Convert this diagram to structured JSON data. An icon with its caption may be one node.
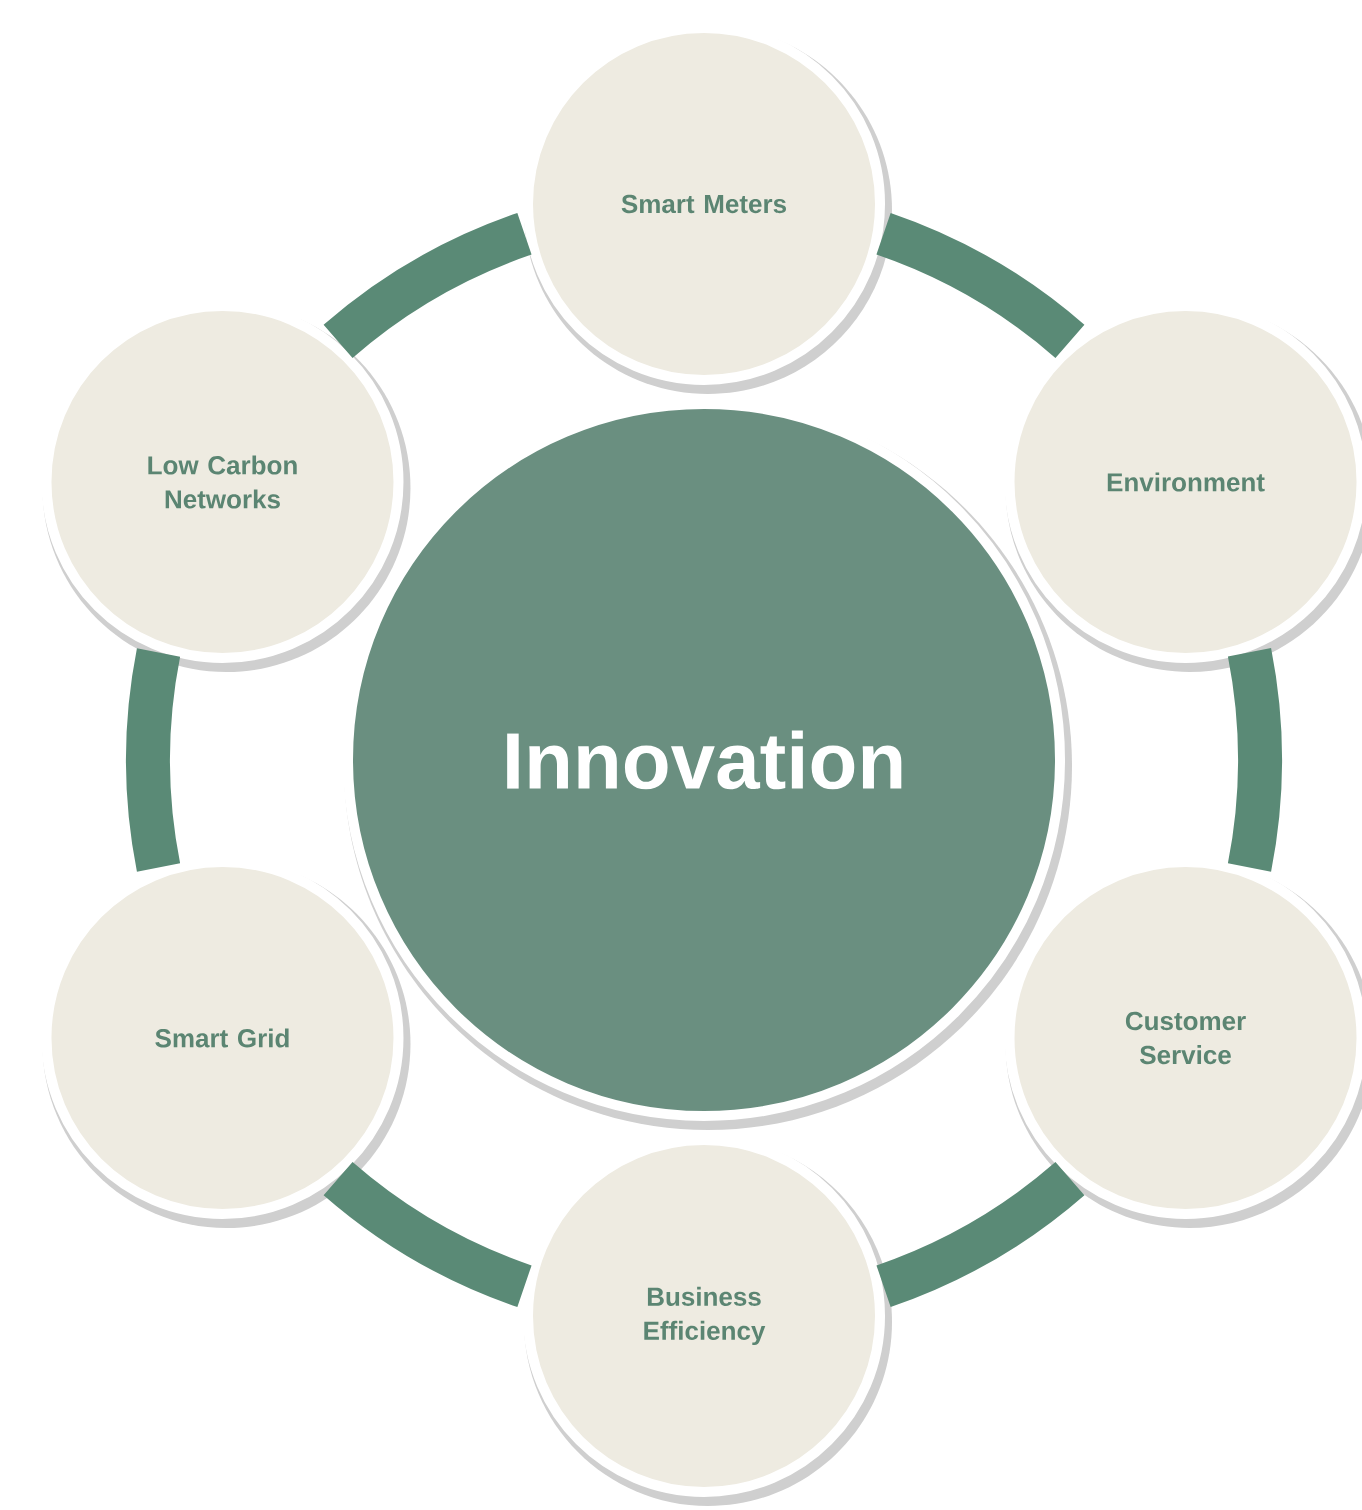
{
  "diagram": {
    "nodes": [
      {
        "text": [
          "Innovation"
        ]
      },
      {
        "text": [
          "Smart Meters"
        ]
      },
      {
        "text": [
          "Environment"
        ]
      },
      {
        "text": [
          "Customer Service"
        ]
      },
      {
        "text": [
          "Business Efficiency"
        ]
      },
      {
        "text": [
          "Smart Grid"
        ]
      },
      {
        "text": [
          "Low Carbon Networks"
        ]
      }
    ],
    "edges": [
      {
        "from": 1,
        "to": 2,
        "arrow": "none"
      },
      {
        "from": 2,
        "to": 3,
        "arrow": "none"
      },
      {
        "from": 3,
        "to": 4,
        "arrow": "none"
      },
      {
        "from": 4,
        "to": 5,
        "arrow": "none"
      },
      {
        "from": 5,
        "to": 6,
        "arrow": "none"
      },
      {
        "from": 6,
        "to": 1,
        "arrow": "none"
      }
    ]
  }
}
